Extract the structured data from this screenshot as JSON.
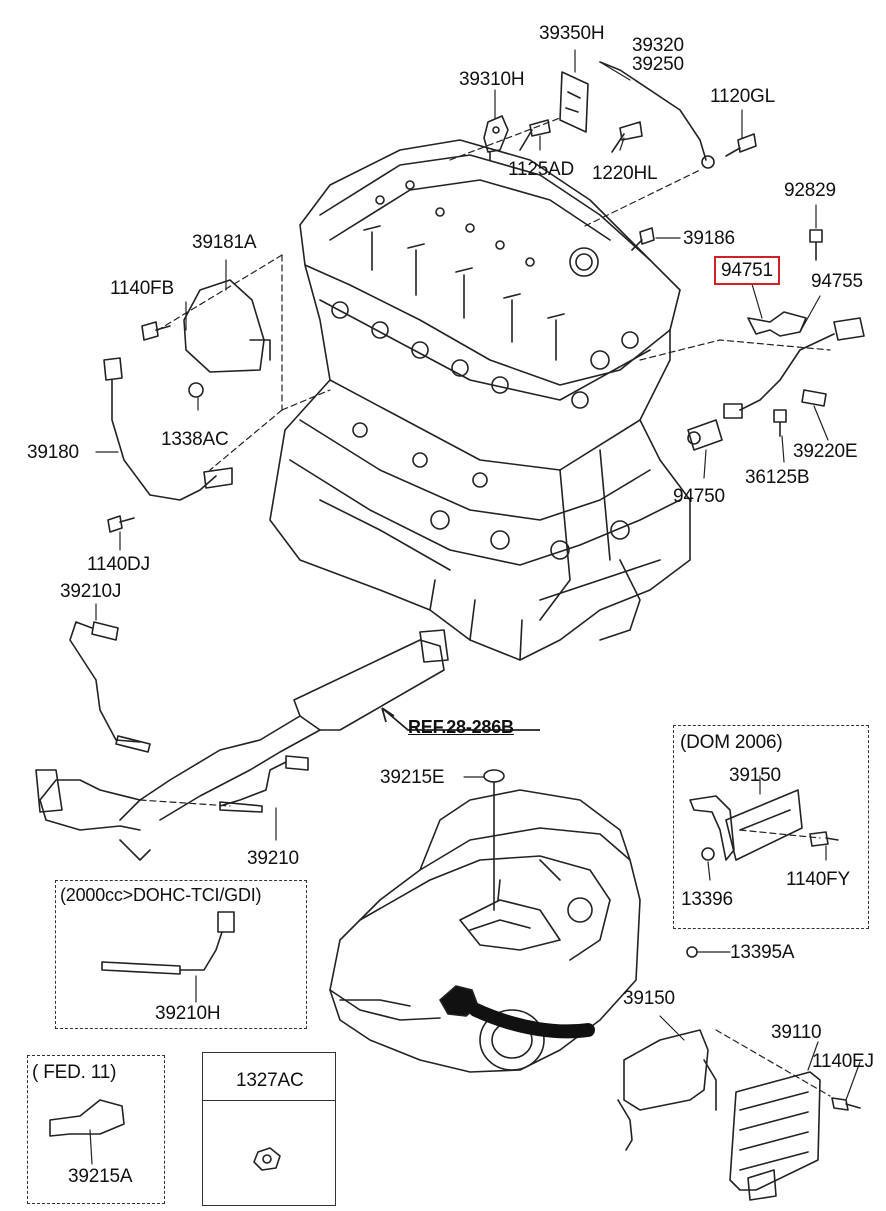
{
  "colors": {
    "highlight": "#d0202a",
    "line": "#222222",
    "background": "#ffffff"
  },
  "highlighted_part": "94751",
  "labels": {
    "p39350H": "39350H",
    "p39320": "39320",
    "p39250": "39250",
    "p39310H": "39310H",
    "p1120GL": "1120GL",
    "p1125AD": "1125AD",
    "p1220HL": "1220HL",
    "p92829": "92829",
    "p39181A": "39181A",
    "p39186": "39186",
    "p94751": "94751",
    "p94755": "94755",
    "p1140FB": "1140FB",
    "p1338AC": "1338AC",
    "p39180": "39180",
    "p39220E": "39220E",
    "p36125B": "36125B",
    "p94750": "94750",
    "p1140DJ": "1140DJ",
    "p39210J": "39210J",
    "ref": "REF.28-286B",
    "p39215E": "39215E",
    "p39210": "39210",
    "p39150a": "39150",
    "p1140FY": "1140FY",
    "p13396": "13396",
    "p13395A": "13395A",
    "p39150b": "39150",
    "p39110": "39110",
    "p1140EJ": "1140EJ",
    "p39210H": "39210H",
    "p1327AC": "1327AC",
    "p39215A": "39215A"
  },
  "boxes": {
    "dom2006": "(DOM 2006)",
    "dohc": "(2000cc>DOHC-TCI/GDI)",
    "fed11": "( FED. 11)"
  },
  "icons": [
    "engine-block",
    "exhaust-muffler",
    "vehicle-outline",
    "ecu-module",
    "oxygen-sensor",
    "bracket",
    "bolt",
    "nut"
  ]
}
